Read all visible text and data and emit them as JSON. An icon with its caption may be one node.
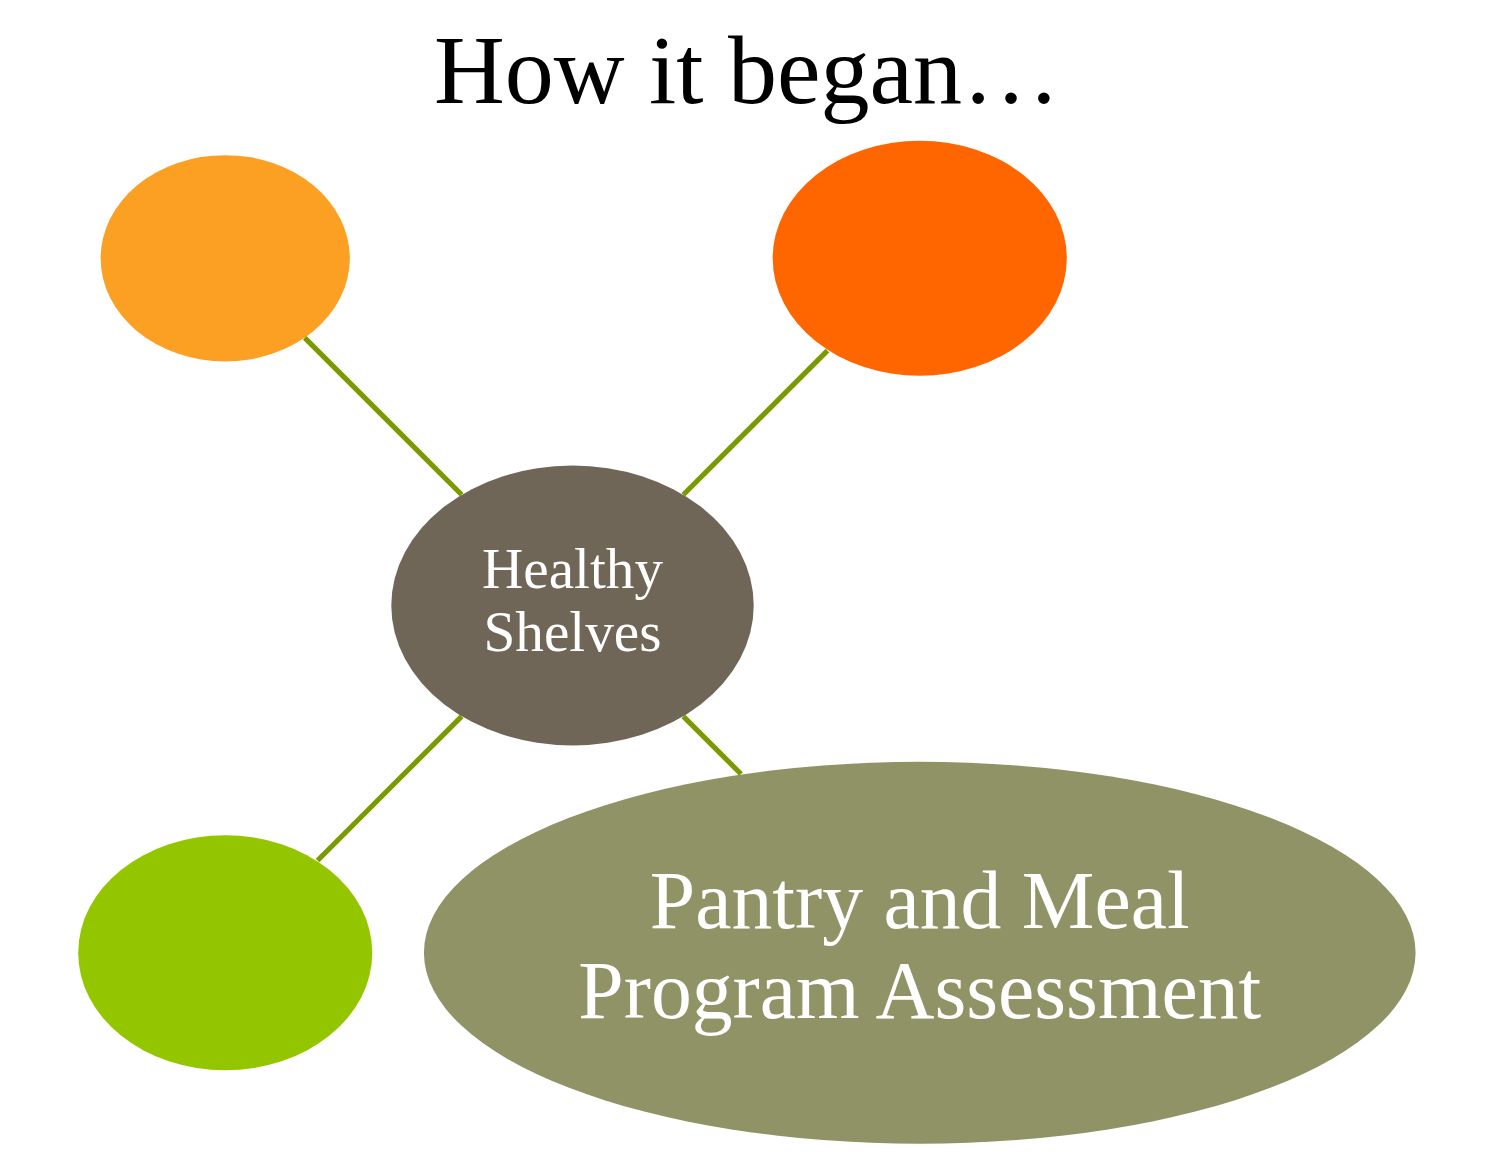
{
  "diagram": {
    "title": "How it began…",
    "nodes": [
      {
        "text": [],
        "shape": "circle"
      },
      {
        "text": [],
        "shape": "circle"
      },
      {
        "text": [
          "Healthy Shelves"
        ]
      },
      {
        "text": [],
        "shape": "circle"
      },
      {
        "text": [
          "Pantry and Meal Program Assessment"
        ]
      }
    ],
    "edges": [
      {
        "from": 2,
        "to": 0,
        "arrow": "none"
      },
      {
        "from": 2,
        "to": 1,
        "arrow": "none"
      },
      {
        "from": 2,
        "to": 3,
        "arrow": "none"
      },
      {
        "from": 2,
        "to": 4,
        "arrow": "none"
      }
    ]
  }
}
